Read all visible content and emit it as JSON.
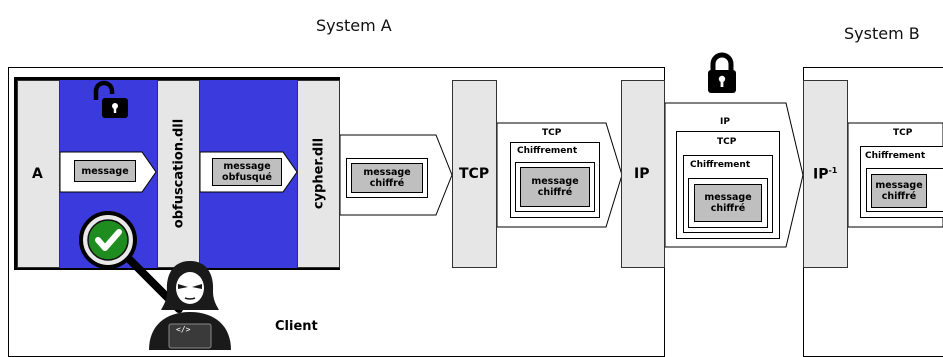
{
  "titles": {
    "system_a": "System A",
    "system_b": "System B"
  },
  "client_label": "Client",
  "columns": {
    "a": "A",
    "obfuscation": "obfuscation.dll",
    "cypher": "cypher.dll",
    "tcp": "TCP",
    "ip": "IP",
    "ip_inv": "IP",
    "ip_inv_sup": "-1"
  },
  "messages": {
    "m1": "message",
    "m2": "message obfusqué",
    "m3": "message chiffré",
    "m4": "message chiffré",
    "m5": "message chiffré",
    "m6": "message chiffré"
  },
  "packets": {
    "tcp_header": "TCP",
    "chiffrement": "Chiffrement",
    "ip_header": "IP",
    "ip_tcp": "TCP",
    "ip_chiffrement": "Chiffrement",
    "b_tcp": "TCP",
    "b_chiffrement": "Chiffrement"
  },
  "hacker_screen_text": "</>",
  "colors": {
    "blue_zone": "#3b3bdd",
    "column_fill": "#e6e6e6",
    "message_fill": "#bfbfbf",
    "check_green": "#1e8c1e"
  },
  "icons": [
    "unlocked-padlock-icon",
    "locked-padlock-icon",
    "magnifier-check-icon",
    "hacker-icon"
  ]
}
